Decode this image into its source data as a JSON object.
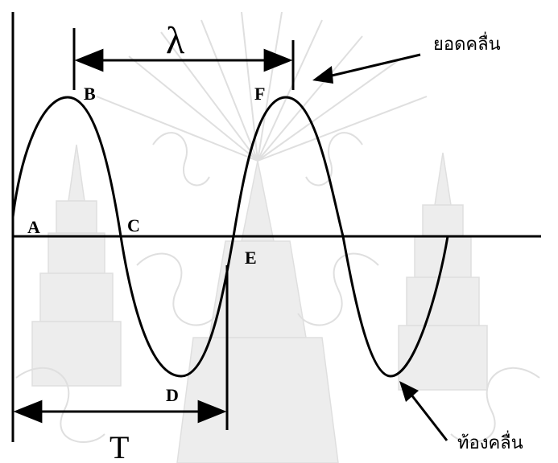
{
  "diagram": {
    "points": [
      {
        "id": "A",
        "label": "A"
      },
      {
        "id": "B",
        "label": "B"
      },
      {
        "id": "C",
        "label": "C"
      },
      {
        "id": "D",
        "label": "D"
      },
      {
        "id": "E",
        "label": "E"
      },
      {
        "id": "F",
        "label": "F"
      }
    ],
    "wavelength_symbol": "λ",
    "period_symbol": "T",
    "crest_label": "ยอดคลื่น",
    "trough_label": "ท้องคลื่น"
  },
  "colors": {
    "ink": "#000000",
    "watermark": "#dcdcdc",
    "background": "#ffffff"
  }
}
